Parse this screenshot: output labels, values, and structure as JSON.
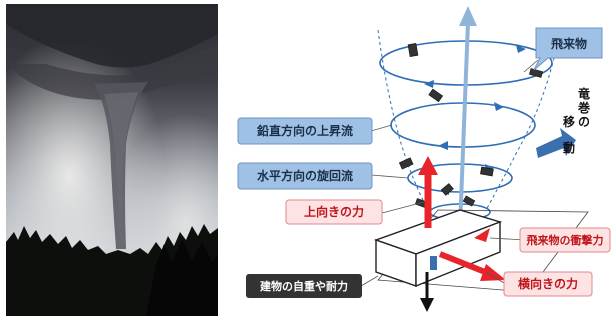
{
  "labels": {
    "debris": "飛来物",
    "tornado_movement_col1": "移",
    "tornado_movement_col2": "動",
    "tornado_movement_col3a": "竜",
    "tornado_movement_col3b": "巻",
    "tornado_movement_col3c": "の",
    "vertical_updraft": "鉛直方向の上昇流",
    "horizontal_rotation": "水平方向の旋回流",
    "upward_force": "上向きの力",
    "debris_impact": "飛来物の衝撃力",
    "sideways_force": "横向きの力",
    "building_weight": "建物の自重や耐力"
  },
  "colors": {
    "blue_label": "#9fc1e6",
    "blue_arrow": "#3a6fb0",
    "rotation_line": "#2f6db5",
    "red_arrow": "#e8242a",
    "pink_label": "#fde3e3",
    "dark_label": "#333333"
  }
}
